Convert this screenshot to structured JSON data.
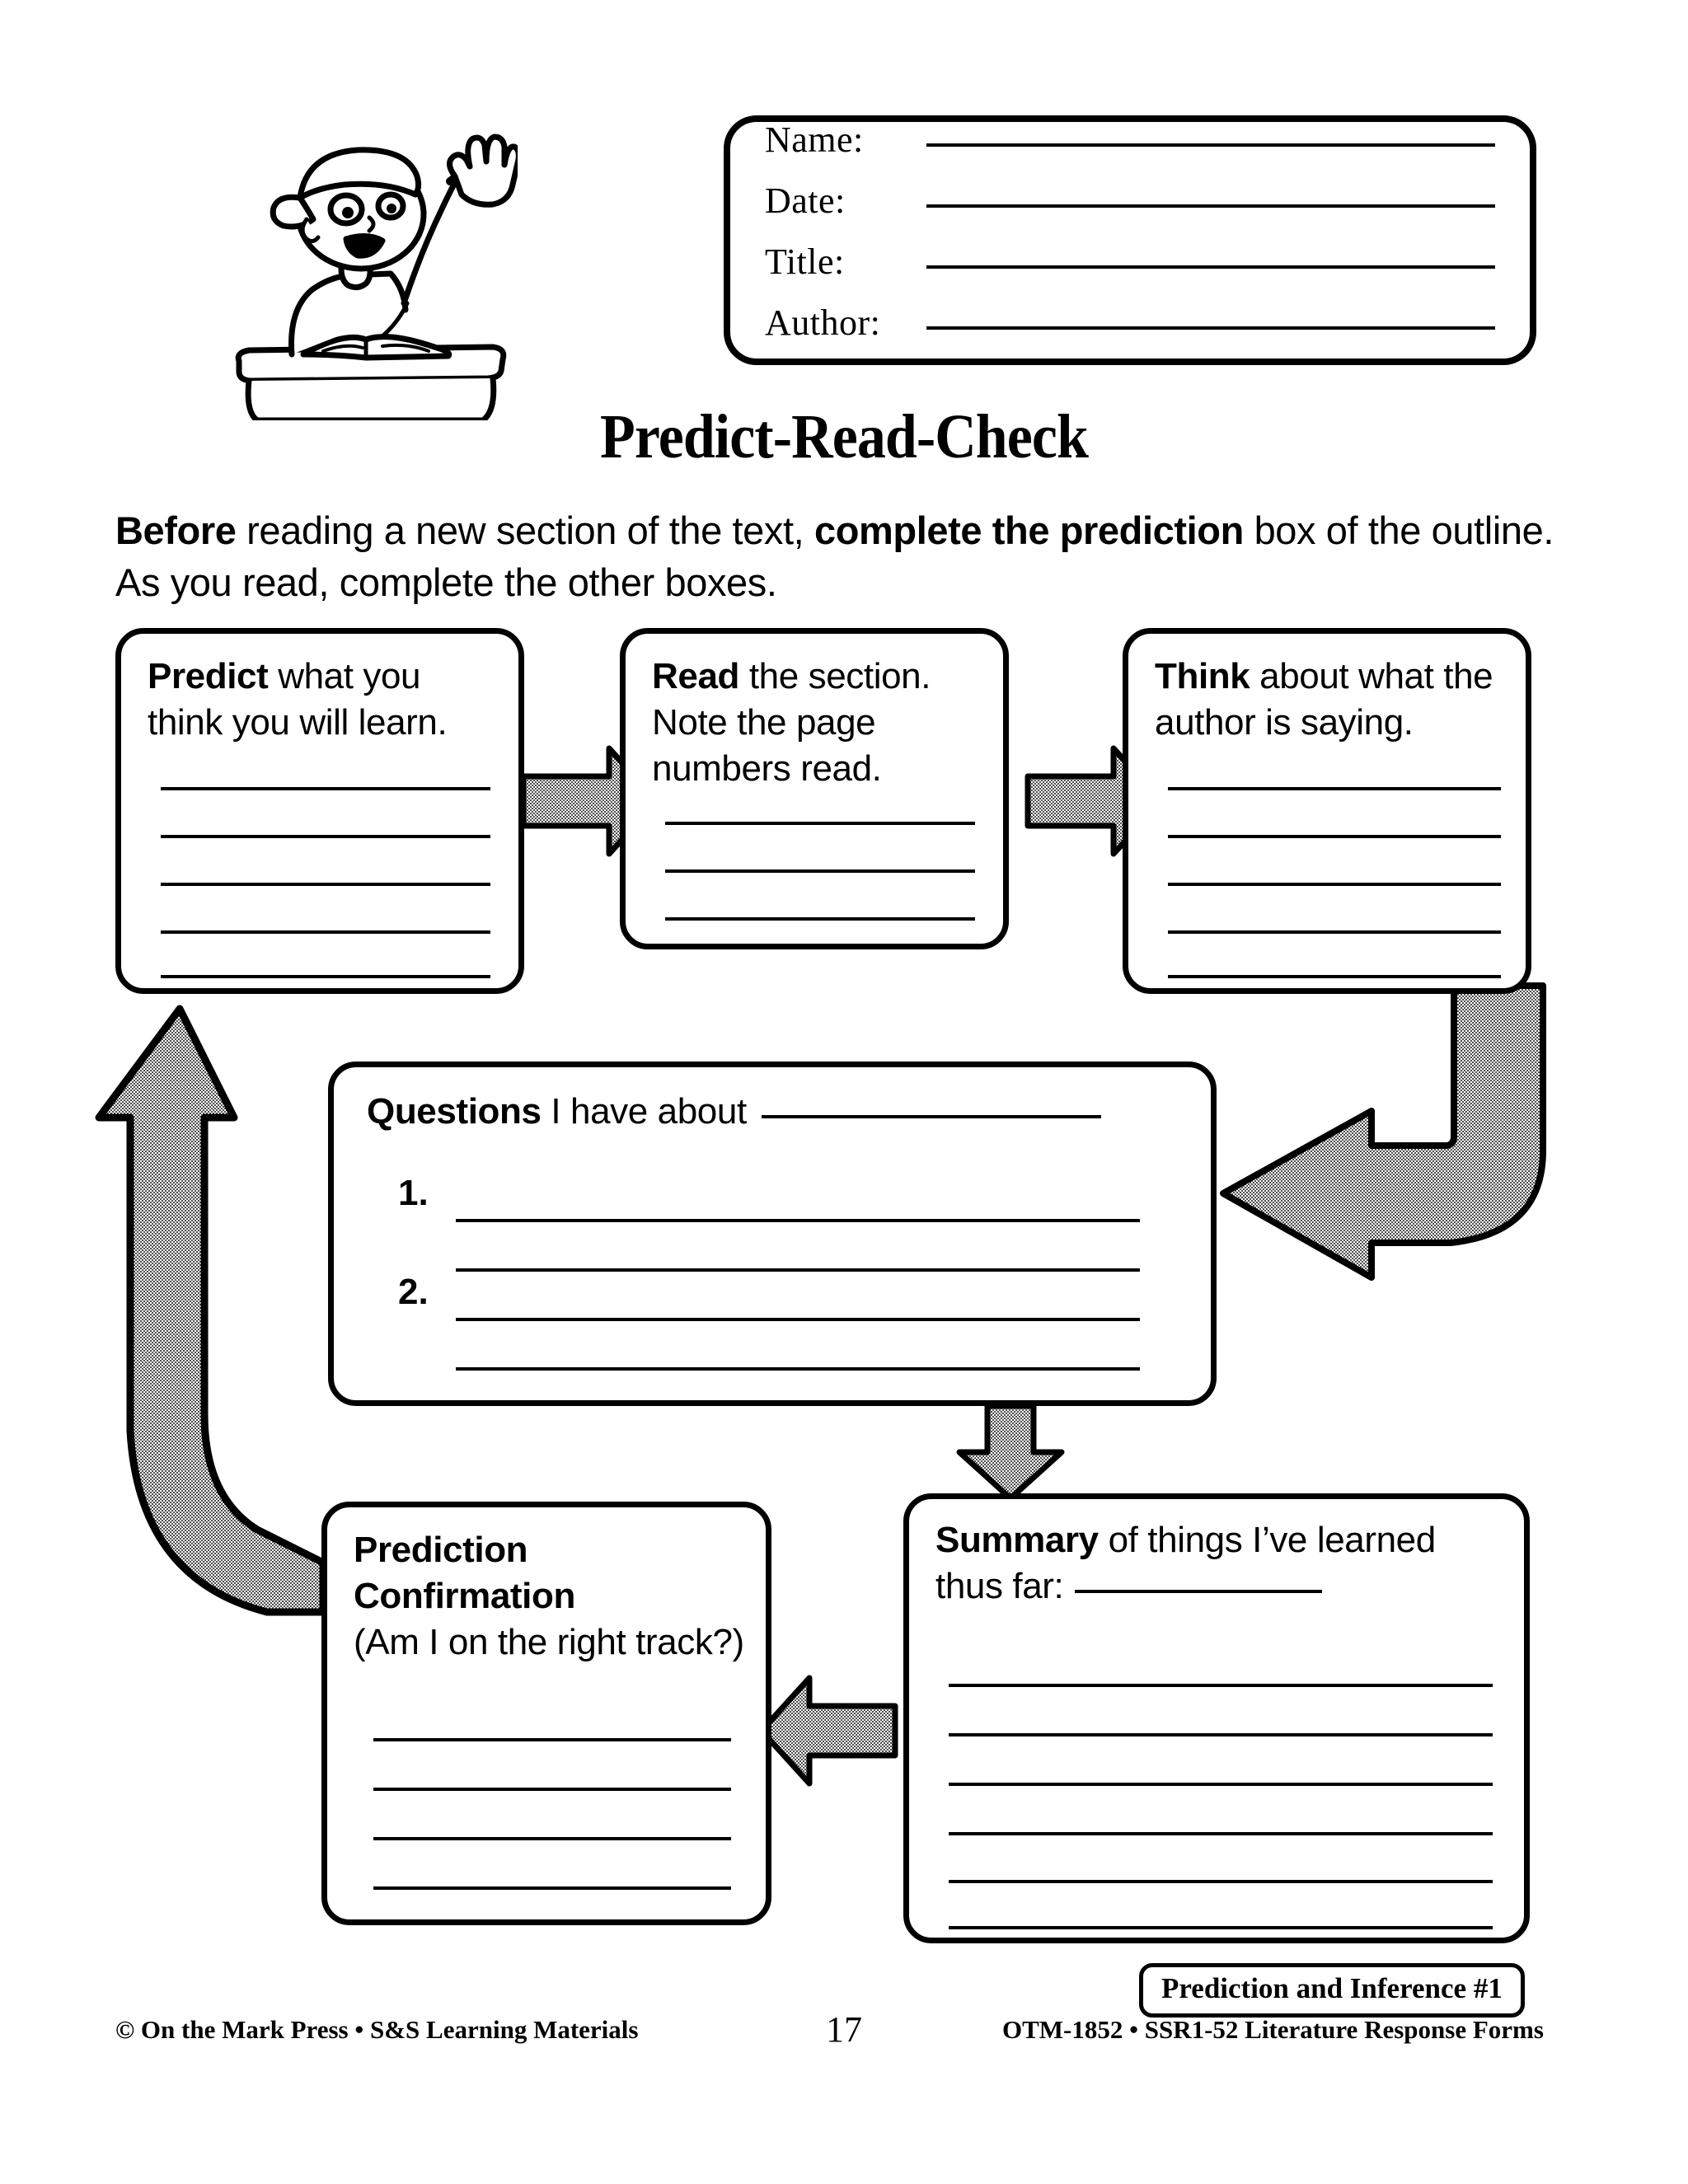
{
  "header": {
    "illustration_name": "student-raising-hand-illustration",
    "fields": [
      {
        "label": "Name:"
      },
      {
        "label": "Date:"
      },
      {
        "label": "Title:"
      },
      {
        "label": "Author:"
      }
    ]
  },
  "title": "Predict-Read-Check",
  "instructions": {
    "seg1_bold": "Before",
    "seg2": " reading a new section of the text, ",
    "seg3_bold": "complete the prediction",
    "seg4": " box of the outline.  As you read, complete the other boxes."
  },
  "boxes": {
    "predict": {
      "name": "predict-box",
      "heading_bold": "Predict",
      "heading_rest": " what you think you will learn.",
      "line_count": 5
    },
    "read": {
      "name": "read-box",
      "heading_bold": "Read",
      "heading_rest": " the section. Note the page numbers read.",
      "line_count": 3
    },
    "think": {
      "name": "think-box",
      "heading_bold": "Think",
      "heading_rest": " about what the author is saying.",
      "line_count": 5
    },
    "questions": {
      "name": "questions-box",
      "heading_bold": "Questions",
      "heading_rest": " I have about",
      "items": [
        {
          "number": "1."
        },
        {
          "number": "2."
        }
      ],
      "lines_per_item": 2
    },
    "summary": {
      "name": "summary-box",
      "heading_bold": "Summary",
      "heading_rest": " of things I’ve learned thus far:",
      "line_count": 6
    },
    "prediction_confirmation": {
      "name": "prediction-confirmation-box",
      "heading_bold_line1": "Prediction",
      "heading_bold_line2": "Confirmation",
      "heading_rest": "(Am I on the right track?)",
      "line_count": 4
    }
  },
  "arrows": [
    {
      "name": "arrow-predict-to-read",
      "direction": "right"
    },
    {
      "name": "arrow-read-to-think",
      "direction": "right"
    },
    {
      "name": "arrow-think-to-questions",
      "direction": "elbow-down-left"
    },
    {
      "name": "arrow-questions-to-summary",
      "direction": "down"
    },
    {
      "name": "arrow-summary-to-prediction-confirmation",
      "direction": "left"
    },
    {
      "name": "arrow-prediction-confirmation-to-predict",
      "direction": "curved-up-left"
    }
  ],
  "footer": {
    "copyright": "© On the Mark Press • S&S Learning Materials",
    "page_number": "17",
    "product_code": "OTM-1852 • SSR1-52 Literature Response Forms",
    "badge": "Prediction and Inference #1"
  },
  "colors": {
    "ink": "#000000",
    "paper": "#ffffff",
    "arrow_fill": "#a8a8a8"
  }
}
